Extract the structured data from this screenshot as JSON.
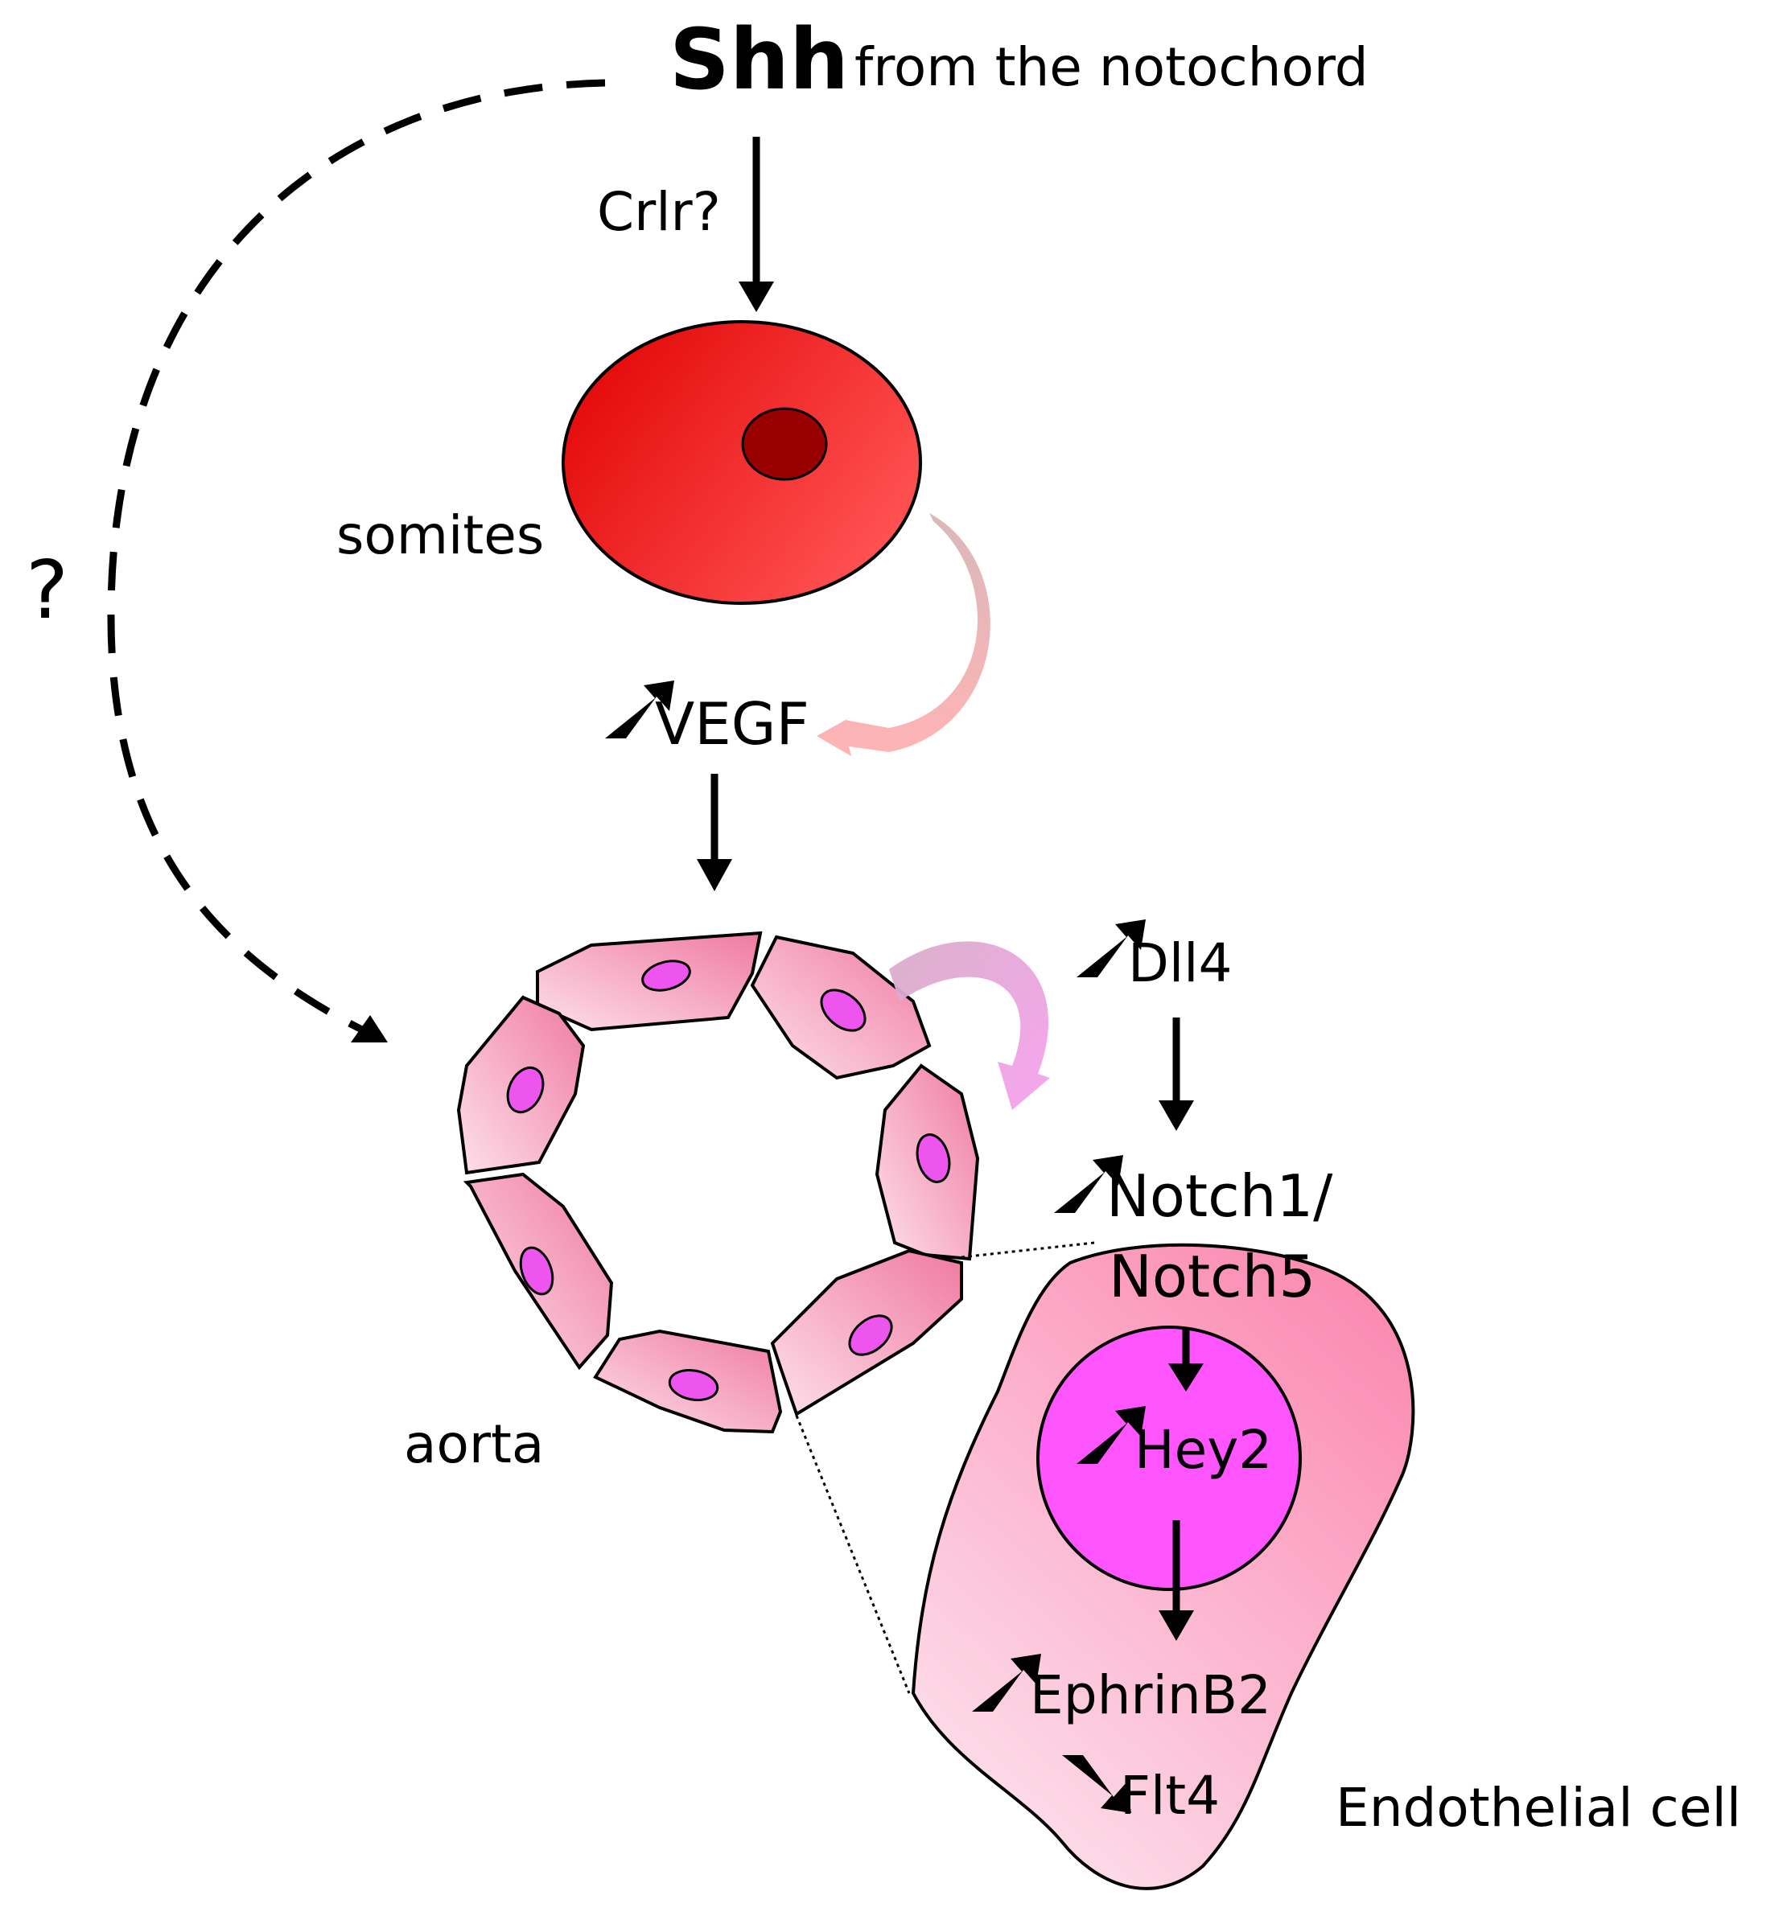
{
  "header": {
    "shh": "Shh",
    "shh_source": "from the notochord"
  },
  "labels": {
    "crlr": "Crlr?",
    "question": "?",
    "somites": "somites",
    "vegf": "VEGF",
    "dll4": "Dll4",
    "notch_line1": "Notch1/",
    "notch_line2": "Notch5",
    "hey2": "Hey2",
    "ephrinb2": "EphrinB2",
    "flt4": "Flt4",
    "aorta": "aorta",
    "endothelial_cell": "Endothelial cell"
  },
  "colors": {
    "somite_light": "#ff5050",
    "somite_dark": "#e00000",
    "somite_nucleus": "#990000",
    "endothelial_light": "#fde0ea",
    "endothelial_dark": "#f07aa2",
    "cell_nucleus": "#ee55ee",
    "large_nucleus": "#ff55ff",
    "curved_arrow_pink": "#f9b0b0",
    "curved_arrow_magenta": "#f59be0"
  }
}
